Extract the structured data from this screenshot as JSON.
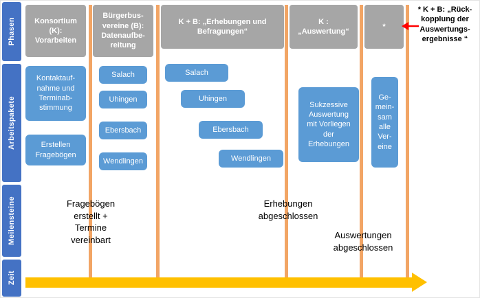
{
  "sidebar": {
    "sections": [
      {
        "label": "Phasen"
      },
      {
        "label": "Arbeitspakete"
      },
      {
        "label": "Meilensteine"
      },
      {
        "label": "Zeit"
      }
    ]
  },
  "phases": [
    {
      "label": "Konsortium\n(K):\nVorarbeiten"
    },
    {
      "label": "Bürgerbus-\nvereine (B):\nDatenaufbe-\nreitung"
    },
    {
      "label": "K + B: „Erhebungen und\nBefragungen“"
    },
    {
      "label": "K :\n„Auswertung“"
    },
    {
      "label": "*"
    },
    {
      "label": "* K + B: „Rück-\nkopplung der\nAuswertungs-\nergebnisse “"
    }
  ],
  "work_packages": {
    "vorarbeiten": [
      {
        "label": "Kontaktauf-\nnahme und\nTerminab-\nstimmung"
      },
      {
        "label": "Erstellen\nFragebögen"
      }
    ],
    "datenaufbereitung": [
      {
        "label": "Salach"
      },
      {
        "label": "Uhingen"
      },
      {
        "label": "Ebersbach"
      },
      {
        "label": "Wendlingen"
      }
    ],
    "erhebungen": [
      {
        "label": "Salach"
      },
      {
        "label": "Uhingen"
      },
      {
        "label": "Ebersbach"
      },
      {
        "label": "Wendlingen"
      }
    ],
    "auswertung": {
      "label": "Sukzessive\nAuswertung\nmit Vorliegen\nder\nErhebungen"
    },
    "rueckkopplung": {
      "label": "Ge-\nmein-\nsam\nalle\nVer-\neine"
    }
  },
  "milestones": [
    {
      "label": "Fragebögen\nerstellt +\nTermine\nvereinbart"
    },
    {
      "label": "Erhebungen\nabgeschlossen"
    },
    {
      "label": "Auswertungen\nabgeschlossen"
    }
  ],
  "colors": {
    "sidebar_blue": "#4472C4",
    "phase_gray": "#A6A6A6",
    "package_blue": "#5B9BD5",
    "timeline_orange": "#F2A565",
    "time_arrow_yellow": "#FFC000",
    "callout_arrow_red": "#FF0000"
  }
}
